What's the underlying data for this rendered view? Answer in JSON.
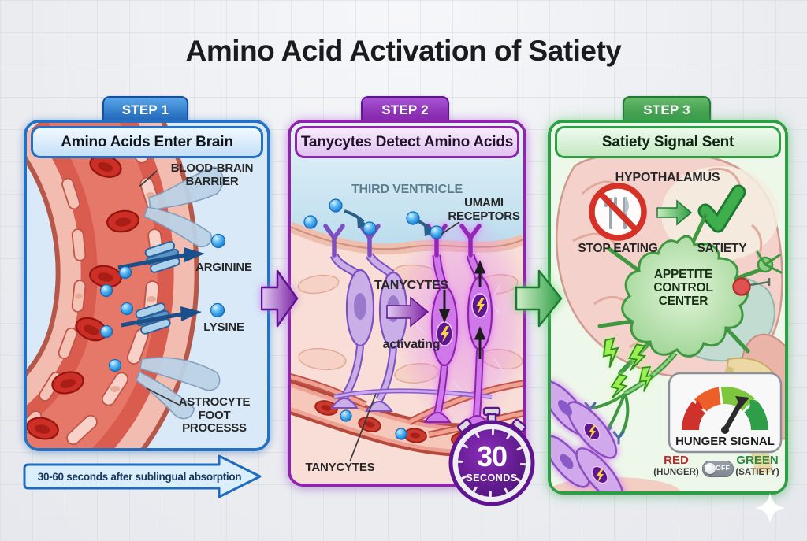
{
  "title": "Amino Acid Activation of Satiety",
  "colors": {
    "step1_blue": "#2470c2",
    "step2_purple": "#8e24aa",
    "step3_green": "#2e9e44",
    "amino_acid_blue": "#2f9ce4",
    "hunger_red": "#d0312a",
    "satiety_green": "#2f9e48"
  },
  "step1": {
    "tab": "STEP 1",
    "header": "Amino Acids Enter Brain",
    "blood_brain_barrier": "BLOOD-BRAIN BARRIER",
    "arginine": "ARGININE",
    "lysine": "LYSINE",
    "astrocyte_foot_process": "ASTROCYTE FOOT PROCESSS",
    "timing_note": "30-60 seconds after sublingual absorption"
  },
  "step2": {
    "tab": "STEP 2",
    "header": "Tanycytes Detect Amino Acids",
    "third_ventricle": "THIRD VENTRICLE",
    "umami_receptors": "UMAMI RECEPTORS",
    "tanycytes": "TANYCYTES",
    "activating": "activating",
    "tanycytes_bottom": "TANYCYTES",
    "timer": {
      "value": "30",
      "unit": "SECONDS"
    }
  },
  "step3": {
    "tab": "STEP 3",
    "header": "Satiety Signal Sent",
    "hypothalamus": "HYPOTHALAMUS",
    "stop_eating": "STOP EATING",
    "satiety": "SATIETY",
    "appetite_control_center": "APPETITE CONTROL CENTER",
    "hunger_signal": "HUNGER SIGNAL",
    "legend": {
      "red": "RED",
      "red_sub": "(HUNGER)",
      "toggle": "OFF",
      "green": "GREEN",
      "green_sub": "(SATIETY)"
    }
  },
  "icons": {
    "flow-arrow-step1-step2": "chevron-right-purple",
    "flow-arrow-step2-step3": "chevron-right-green",
    "timing-arrow": "banner-arrow-right",
    "stopwatch": "purple-timer",
    "no-eating": "prohibited-fork-knife",
    "checkmark": "green-check",
    "hunger-gauge": "semicircle-meter-with-needle",
    "toggle": "switch-off-knob-left",
    "sparkle": "four-point-star"
  }
}
